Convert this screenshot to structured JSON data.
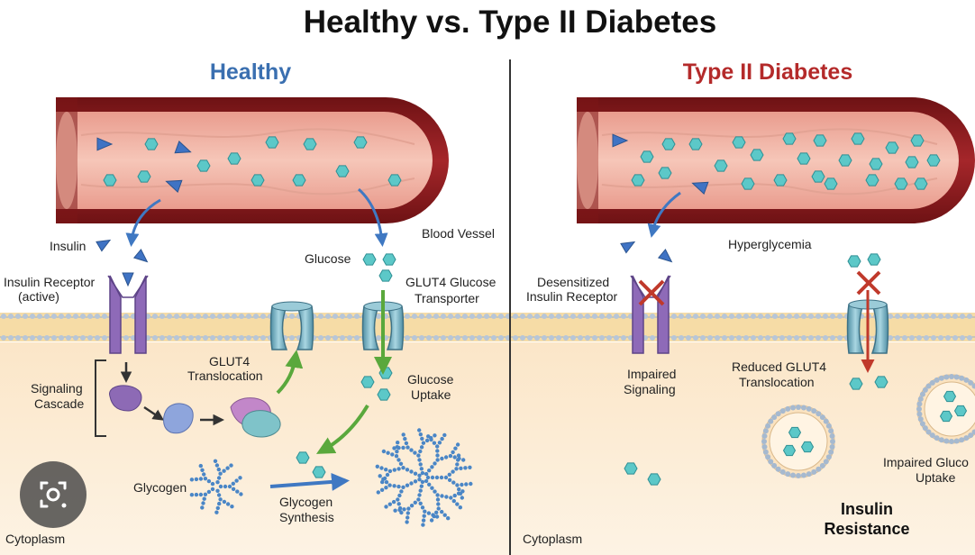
{
  "title": "Healthy vs. Type II Diabetes",
  "panels": {
    "healthy": {
      "heading": "Healthy",
      "insulin": "Insulin",
      "receptor_line1": "Insulin Receptor",
      "receptor_line2": "(active)",
      "signaling_line1": "Signaling",
      "signaling_line2": "Cascade",
      "glut4_trans_line1": "GLUT4",
      "glut4_trans_line2": "Translocation",
      "glucose": "Glucose",
      "blood_vessel": "Blood Vessel",
      "transporter_line1": "GLUT4 Glucose",
      "transporter_line2": "Transporter",
      "uptake_line1": "Glucose",
      "uptake_line2": "Uptake",
      "glycogen": "Glycogen",
      "synthesis_line1": "Glycogen",
      "synthesis_line2": "Synthesis",
      "cytoplasm": "Cytoplasm"
    },
    "diabetes": {
      "heading": "Type II Diabetes",
      "hyperglycemia": "Hyperglycemia",
      "desens_line1": "Desensitized",
      "desens_line2": "Insulin Receptor",
      "impaired_sig_line1": "Impaired",
      "impaired_sig_line2": "Signaling",
      "reduced_line1": "Reduced GLUT4",
      "reduced_line2": "Translocation",
      "impaired_upt_line1": "Impaired Gluco",
      "impaired_upt_line2": "Uptake",
      "resistance_line1": "Insulin",
      "resistance_line2": "Resistance",
      "cytoplasm": "Cytoplasm"
    }
  },
  "overlay": {
    "lens_icon": "lens-icon"
  },
  "colors": {
    "vessel_wall": "#8e1c1f",
    "vessel_lumen": "#efb0a2",
    "glucose": "#5cc8c8",
    "insulin": "#3f73c4",
    "receptor": "#8e6ab8",
    "channel": "#7fb6c6",
    "membrane": "#f3cf86",
    "cytoplasm": "#fbecd4",
    "arrow_blue": "#3f78c2",
    "arrow_green": "#5aa83c",
    "inhibit_red": "#c0392b",
    "glycogen": "#4a86c6"
  }
}
